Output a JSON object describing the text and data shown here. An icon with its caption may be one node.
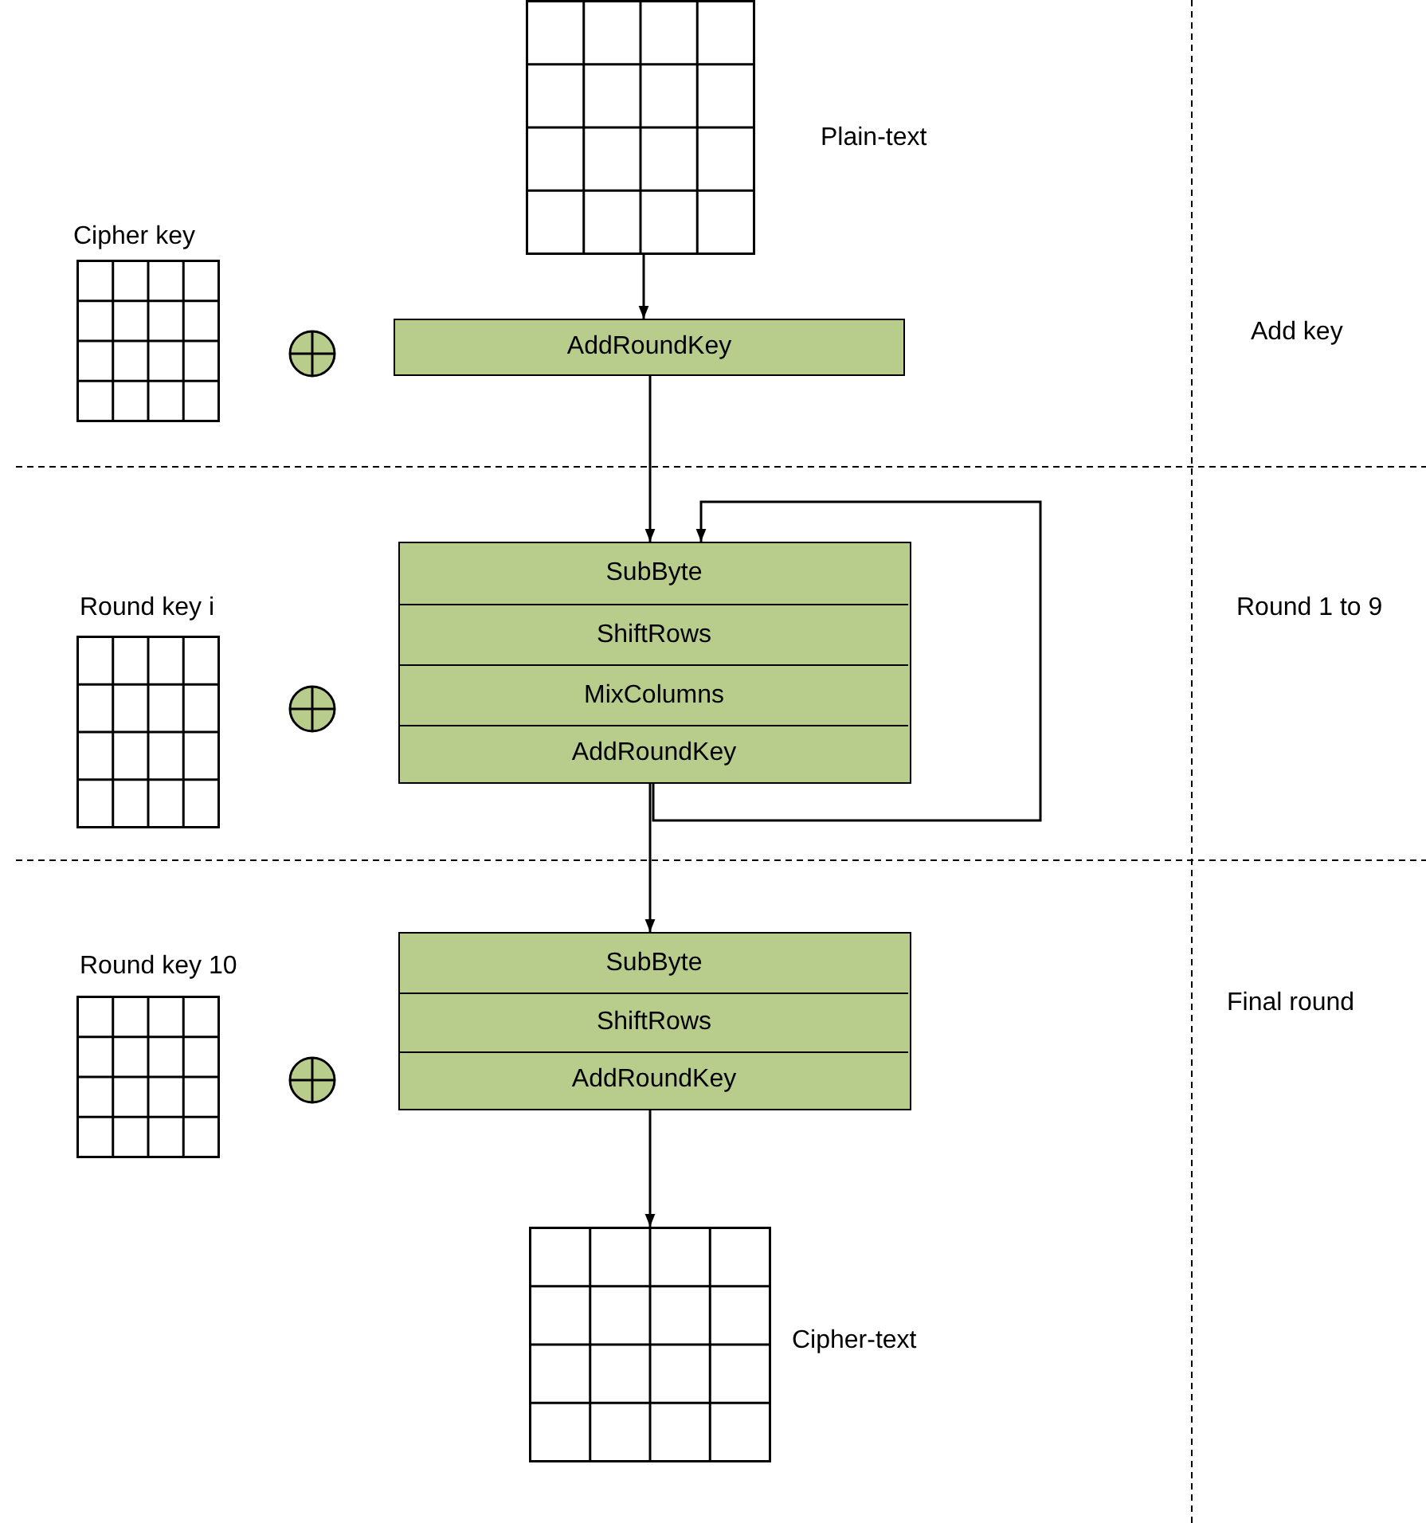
{
  "diagram": {
    "nodes": [
      {
        "text": [],
        "shape": "grid",
        "beside": [
          "Plain-text"
        ]
      },
      {
        "text": [],
        "shape": "grid",
        "beside": [
          "Cipher key"
        ]
      },
      {
        "text": [
          "AddRoundKey"
        ]
      },
      {
        "text": [],
        "shape": "box"
      },
      {
        "text": [
          "SubByte"
        ],
        "in": 3
      },
      {
        "text": [
          "ShiftRows"
        ],
        "in": 3
      },
      {
        "text": [
          "MixColumns"
        ],
        "in": 3
      },
      {
        "text": [
          "AddRoundKey"
        ],
        "in": 3
      },
      {
        "text": [],
        "shape": "grid",
        "beside": [
          "Round key i"
        ]
      },
      {
        "text": [],
        "shape": "box"
      },
      {
        "text": [
          "SubByte"
        ],
        "in": 9
      },
      {
        "text": [
          "ShiftRows"
        ],
        "in": 9
      },
      {
        "text": [
          "AddRoundKey"
        ],
        "in": 9
      },
      {
        "text": [],
        "shape": "grid",
        "beside": [
          "Round key 10"
        ]
      },
      {
        "text": [],
        "shape": "grid",
        "beside": [
          "Cipher-text"
        ]
      }
    ],
    "edges": [
      {
        "from": 0,
        "to": 2,
        "arrow": "to"
      },
      {
        "from": 2,
        "to": 3,
        "arrow": "to"
      },
      {
        "from": 7,
        "to": 4,
        "arrow": "to"
      },
      {
        "from": 3,
        "to": 9,
        "arrow": "to"
      },
      {
        "from": 9,
        "to": 14,
        "arrow": "to"
      }
    ],
    "labels": [
      "Add key",
      "Round 1 to 9",
      "Final round"
    ]
  }
}
